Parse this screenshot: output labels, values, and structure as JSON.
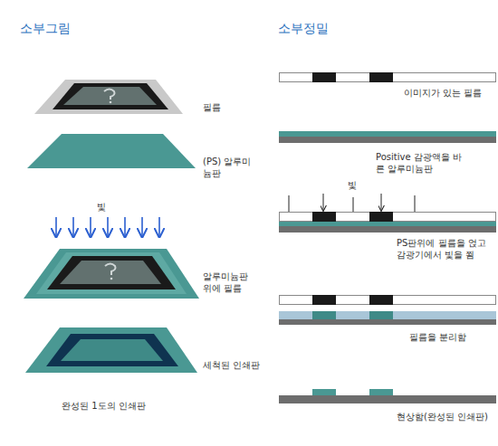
{
  "diagram": {
    "labels": [
      "소부그림",
      "소부정밀",
      "필름",
      "(PS) 알루미늄판",
      "빛",
      "알루미늄판 위에 필름",
      "세척된 인쇄판",
      "완성된 1도의 인쇄판",
      "이미지가 있는 필름",
      "Positive 감광액을 바른 알루미늄판",
      "빛",
      "PS판위에 필름을 얹고 감광기에서 빛을 쬠",
      "필름을 분리함",
      "현상함(완성된 인쇄판)"
    ]
  }
}
